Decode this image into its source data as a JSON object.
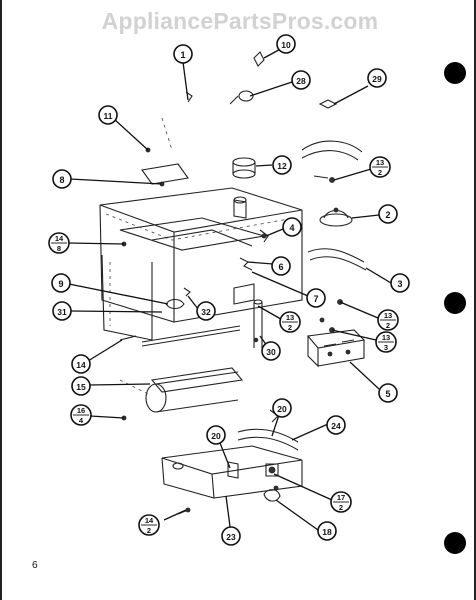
{
  "watermark": "AppliancePartsPros.com",
  "page_number": "6",
  "callouts": [
    {
      "id": "c1",
      "label": "1"
    },
    {
      "id": "c10",
      "label": "10"
    },
    {
      "id": "c28",
      "label": "28"
    },
    {
      "id": "c29",
      "label": "29"
    },
    {
      "id": "c11",
      "label": "11"
    },
    {
      "id": "c12",
      "label": "12"
    },
    {
      "id": "c8",
      "label": "8"
    },
    {
      "id": "c13a",
      "num": "13",
      "den": "2"
    },
    {
      "id": "c2",
      "label": "2"
    },
    {
      "id": "c4",
      "label": "4"
    },
    {
      "id": "c14a",
      "num": "14",
      "den": "8"
    },
    {
      "id": "c6",
      "label": "6"
    },
    {
      "id": "c3",
      "label": "3"
    },
    {
      "id": "c9",
      "label": "9"
    },
    {
      "id": "c7",
      "label": "7"
    },
    {
      "id": "c31",
      "label": "31"
    },
    {
      "id": "c32",
      "label": "32"
    },
    {
      "id": "c13b",
      "num": "13",
      "den": "2"
    },
    {
      "id": "c13c",
      "num": "13",
      "den": "2"
    },
    {
      "id": "c13d",
      "num": "13",
      "den": "3"
    },
    {
      "id": "c14",
      "label": "14"
    },
    {
      "id": "c30",
      "label": "30"
    },
    {
      "id": "c15",
      "label": "15"
    },
    {
      "id": "c5",
      "label": "5"
    },
    {
      "id": "c16",
      "num": "16",
      "den": "4"
    },
    {
      "id": "c20a",
      "label": "20"
    },
    {
      "id": "c24",
      "label": "24"
    },
    {
      "id": "c20b",
      "label": "20"
    },
    {
      "id": "c17",
      "num": "17",
      "den": "2"
    },
    {
      "id": "c14b",
      "num": "14",
      "den": "2"
    },
    {
      "id": "c23",
      "label": "23"
    },
    {
      "id": "c18",
      "label": "18"
    }
  ]
}
